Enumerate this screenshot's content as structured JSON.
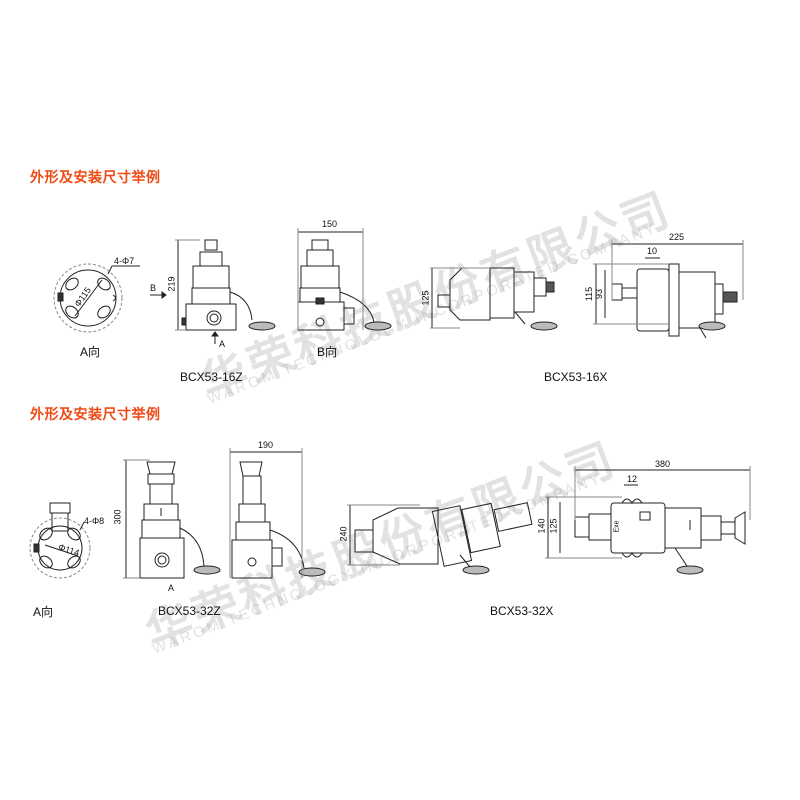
{
  "sections": [
    {
      "title": "外形及安装尺寸举例",
      "a_view": {
        "label": "A向",
        "holes": "4-Φ7",
        "diameter": "Φ115"
      },
      "front": {
        "model": "BCX53-16Z",
        "height": "219",
        "arrow_b": "B",
        "arrow_a": "A"
      },
      "side": {
        "label": "B向",
        "width": "150"
      },
      "x_side": {
        "height": "125"
      },
      "x_top": {
        "model": "BCX53-16X",
        "length": "225",
        "gap": "10",
        "outer": "115",
        "inner": "93"
      }
    },
    {
      "title": "外形及安装尺寸举例",
      "a_view": {
        "label": "A向",
        "holes": "4-Φ8",
        "diameter": "Φ114"
      },
      "front": {
        "model": "BCX53-32Z",
        "height": "300",
        "arrow_a": "A"
      },
      "side": {
        "width": "190"
      },
      "x_side": {
        "height": "240"
      },
      "x_top": {
        "model": "BCX53-32X",
        "length": "380",
        "gap": "12",
        "outer": "140",
        "inner": "125",
        "marking": "Exe"
      }
    }
  ],
  "watermark": {
    "cn": "华荣科技股份有限公司",
    "en": "WAROM TECHNOLOGY INCORPORATED COMPANY"
  }
}
